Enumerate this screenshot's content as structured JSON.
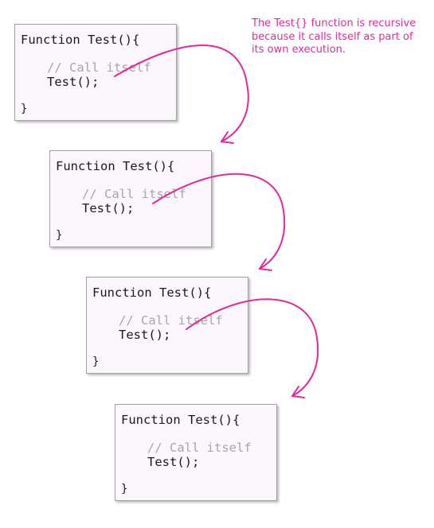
{
  "caption": "The Test{} function is recursive because it calls itself as part of its own execution.",
  "accent_color": "#e0299b",
  "code": {
    "header": "Function Test(){",
    "comment": "// Call itself",
    "call": "Test();",
    "close": "}"
  },
  "boxes": [
    {
      "header": "Function Test(){",
      "comment": "// Call itself",
      "call": "Test();",
      "close": "}"
    },
    {
      "header": "Function Test(){",
      "comment": "// Call itself",
      "call": "Test();",
      "close": "}"
    },
    {
      "header": "Function Test(){",
      "comment": "// Call itself",
      "call": "Test();",
      "close": "}"
    },
    {
      "header": "Function Test(){",
      "comment": "// Call itself",
      "call": "Test();",
      "close": "}"
    }
  ],
  "arrows": [
    {
      "from_box": 1,
      "to_box": 2
    },
    {
      "from_box": 2,
      "to_box": 3
    },
    {
      "from_box": 3,
      "to_box": 4
    }
  ]
}
